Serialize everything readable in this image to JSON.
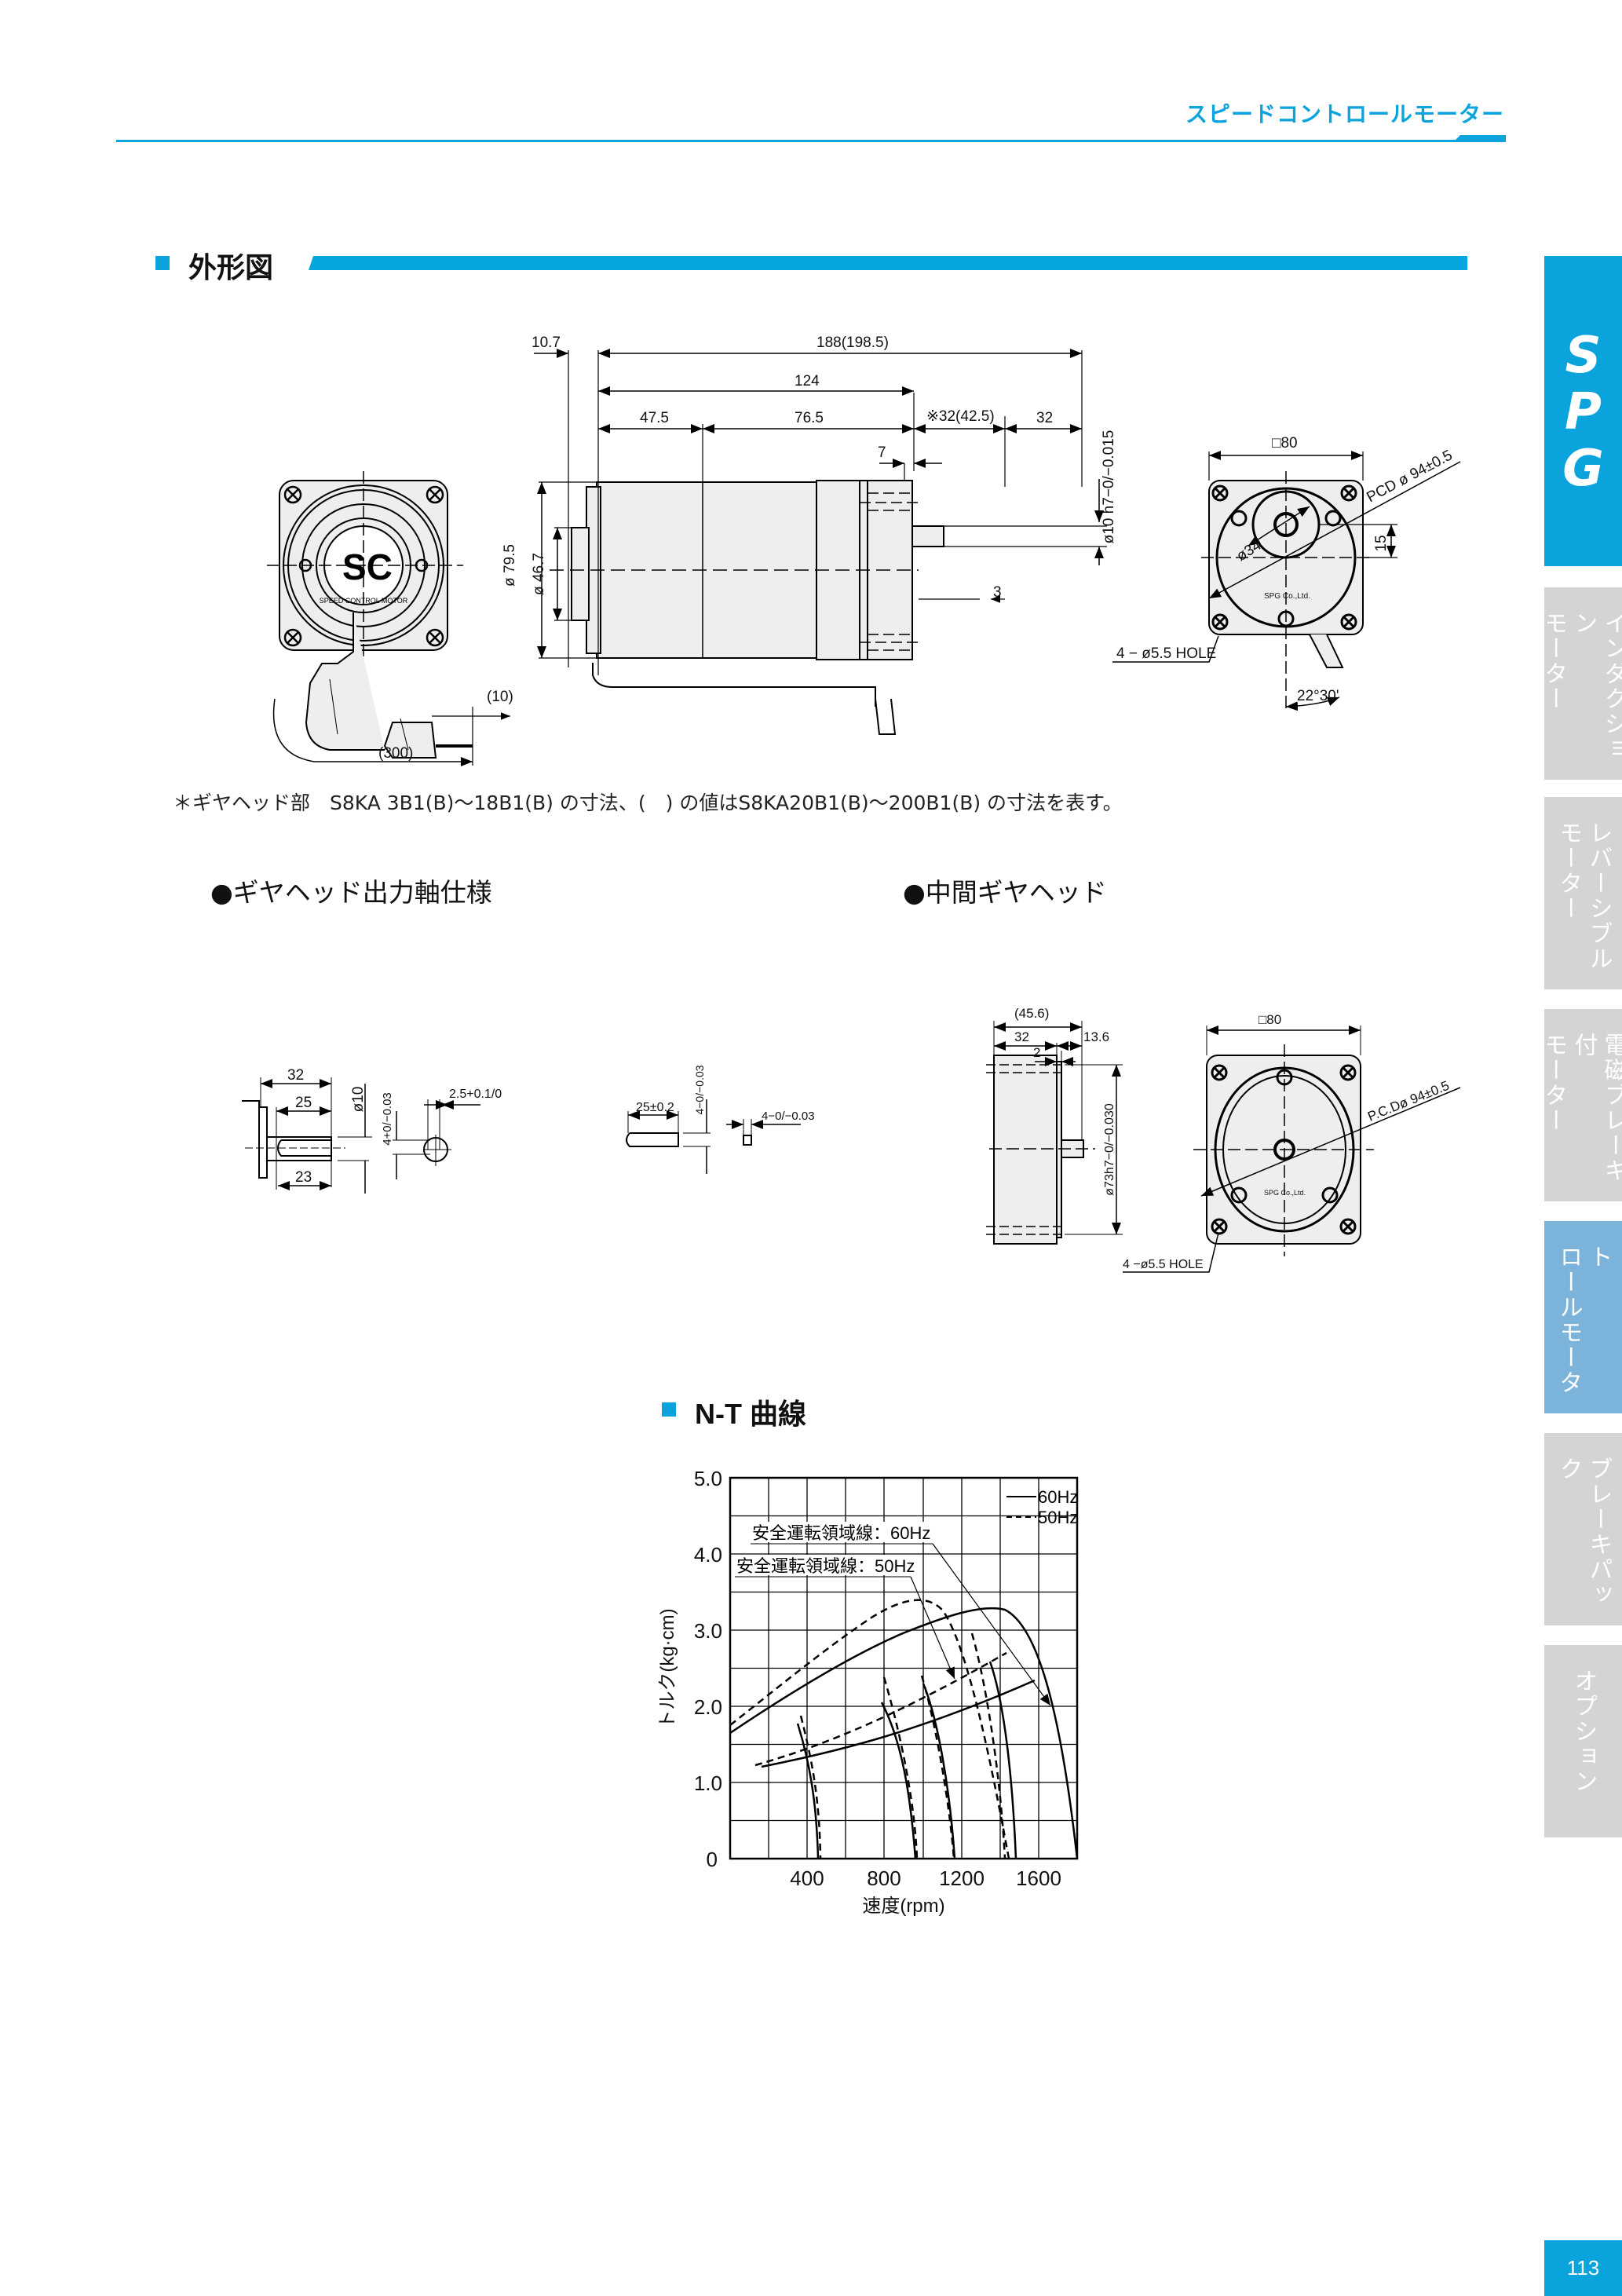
{
  "header": {
    "category_title": "スピードコントロールモーター"
  },
  "sidebar": {
    "logo": "SPG",
    "tabs": [
      {
        "label": "インダクションモーター",
        "line1": "インダクション",
        "line2": "モーター",
        "active": false
      },
      {
        "label": "レバーシブルモーター",
        "line1": "レバーシブル",
        "line2": "モーター",
        "active": false
      },
      {
        "label": "電磁ブレーキ付モーター",
        "line1": "電磁ブレーキ付",
        "line2": "モーター",
        "active": false
      },
      {
        "label": "スピードコントロールモーター",
        "line1": "スピードコント",
        "line2": "ロールモーター",
        "active": true
      },
      {
        "label": "ブレーキパック",
        "line1": "ブレーキパック",
        "line2": "",
        "active": false
      },
      {
        "label": "オプション",
        "line1": "オプション",
        "line2": "",
        "active": false
      }
    ]
  },
  "outline_section": {
    "title": "外形図",
    "dims": {
      "d10_7": "10.7",
      "d188": "188(198.5)",
      "d124": "124",
      "d47_5": "47.5",
      "d76_5": "76.5",
      "d32_42": "※32(42.5)",
      "d32": "32",
      "d7": "7",
      "d3": "3",
      "dia79": "ø 79.5",
      "dia46": "ø 46.7",
      "shaft": "ø10 h7−0/−0.015",
      "cable300": "(300)",
      "cable10": "(10)",
      "sq80": "□80",
      "pcd": "PCD ø 94±0.5",
      "dia34": "ø34",
      "d15": "15",
      "hole": "4 − ø5.5 HOLE",
      "angle": "22°30'",
      "logo_letters": "SC",
      "logo_ring_text": "SPEED CONTROL MOTOR",
      "company": "SPG Co.,Ltd."
    },
    "note": "＊ギヤヘッド部　S8KA 3B1(B)～18B1(B) の寸法、(　) の値はS8KA20B1(B)～200B1(B) の寸法を表す。"
  },
  "gear_output_shaft": {
    "title": "●ギヤヘッド出力軸仕様",
    "dims": {
      "d32": "32",
      "d25": "25",
      "d23": "23",
      "dia10": "ø10",
      "key4": "4+0/−0.03",
      "d2_5": "2.5+0.1/0",
      "key25": "25±0.2",
      "key4h": "4−0/−0.03",
      "key4w": "4−0/−0.03"
    }
  },
  "intermediate_gear_head": {
    "title": "●中間ギヤヘッド",
    "dims": {
      "d45_6": "(45.6)",
      "d32": "32",
      "d13_6": "13.6",
      "d2": "2",
      "dia73": "ø73h7−0/−0.030",
      "sq80": "□80",
      "pcd": "P.C.Dø 94±0.5",
      "hole": "4 −ø5.5 HOLE",
      "company": "SPG Co.,Ltd."
    }
  },
  "nt_section": {
    "title": "N-T 曲線"
  },
  "chart_data": {
    "type": "line",
    "title": "N-T 曲線",
    "xlabel": "速度(rpm)",
    "ylabel": "トルク(kg·cm)",
    "xlim": [
      0,
      1800
    ],
    "ylim": [
      0,
      5.0
    ],
    "x_ticks": [
      "400",
      "800",
      "1200",
      "1600"
    ],
    "y_ticks": [
      "0",
      "1.0",
      "2.0",
      "3.0",
      "4.0",
      "5.0"
    ],
    "grid": true,
    "legend": [
      {
        "label": "60Hz",
        "style": "solid"
      },
      {
        "label": "50Hz",
        "style": "dashed"
      }
    ],
    "legend_position": "upper right",
    "annotations": [
      "安全運転領域線：60Hz",
      "安全運転領域線：50Hz"
    ],
    "series": [
      {
        "name": "60Hz max torque",
        "style": "solid",
        "x": [
          0,
          200,
          400,
          600,
          800,
          1000,
          1200,
          1280,
          1400,
          1500,
          1600,
          1700,
          1760
        ],
        "y": [
          1.65,
          1.95,
          2.2,
          2.45,
          2.65,
          2.8,
          2.93,
          2.93,
          2.7,
          2.3,
          1.6,
          0.7,
          0
        ]
      },
      {
        "name": "50Hz max torque",
        "style": "dashed",
        "x": [
          0,
          200,
          400,
          600,
          800,
          900,
          1000,
          1100,
          1200,
          1300,
          1400,
          1460
        ],
        "y": [
          1.75,
          2.1,
          2.5,
          2.85,
          3.1,
          3.13,
          3.0,
          2.6,
          2.0,
          1.3,
          0.4,
          0
        ]
      },
      {
        "name": "60Hz safe operating line",
        "style": "solid",
        "x": [
          160,
          400,
          800,
          1200,
          1660
        ],
        "y": [
          1.23,
          1.35,
          1.6,
          1.85,
          2.2
        ]
      },
      {
        "name": "50Hz safe operating line",
        "style": "dashed",
        "x": [
          130,
          400,
          800,
          1200,
          1540
        ],
        "y": [
          1.23,
          1.5,
          1.95,
          2.4,
          2.85
        ]
      },
      {
        "name": "60Hz speed curves",
        "style": "solid",
        "x_end": [
          490,
          1000,
          1200,
          1500
        ],
        "y_start": [
          1.75,
          2.1,
          2.25,
          2.5
        ]
      },
      {
        "name": "50Hz speed curves",
        "style": "dashed",
        "x_end": [
          490,
          1000,
          1200,
          1460
        ],
        "y_start": [
          1.85,
          2.35,
          2.4,
          2.8
        ]
      }
    ]
  },
  "footer": {
    "page_number": "113"
  }
}
